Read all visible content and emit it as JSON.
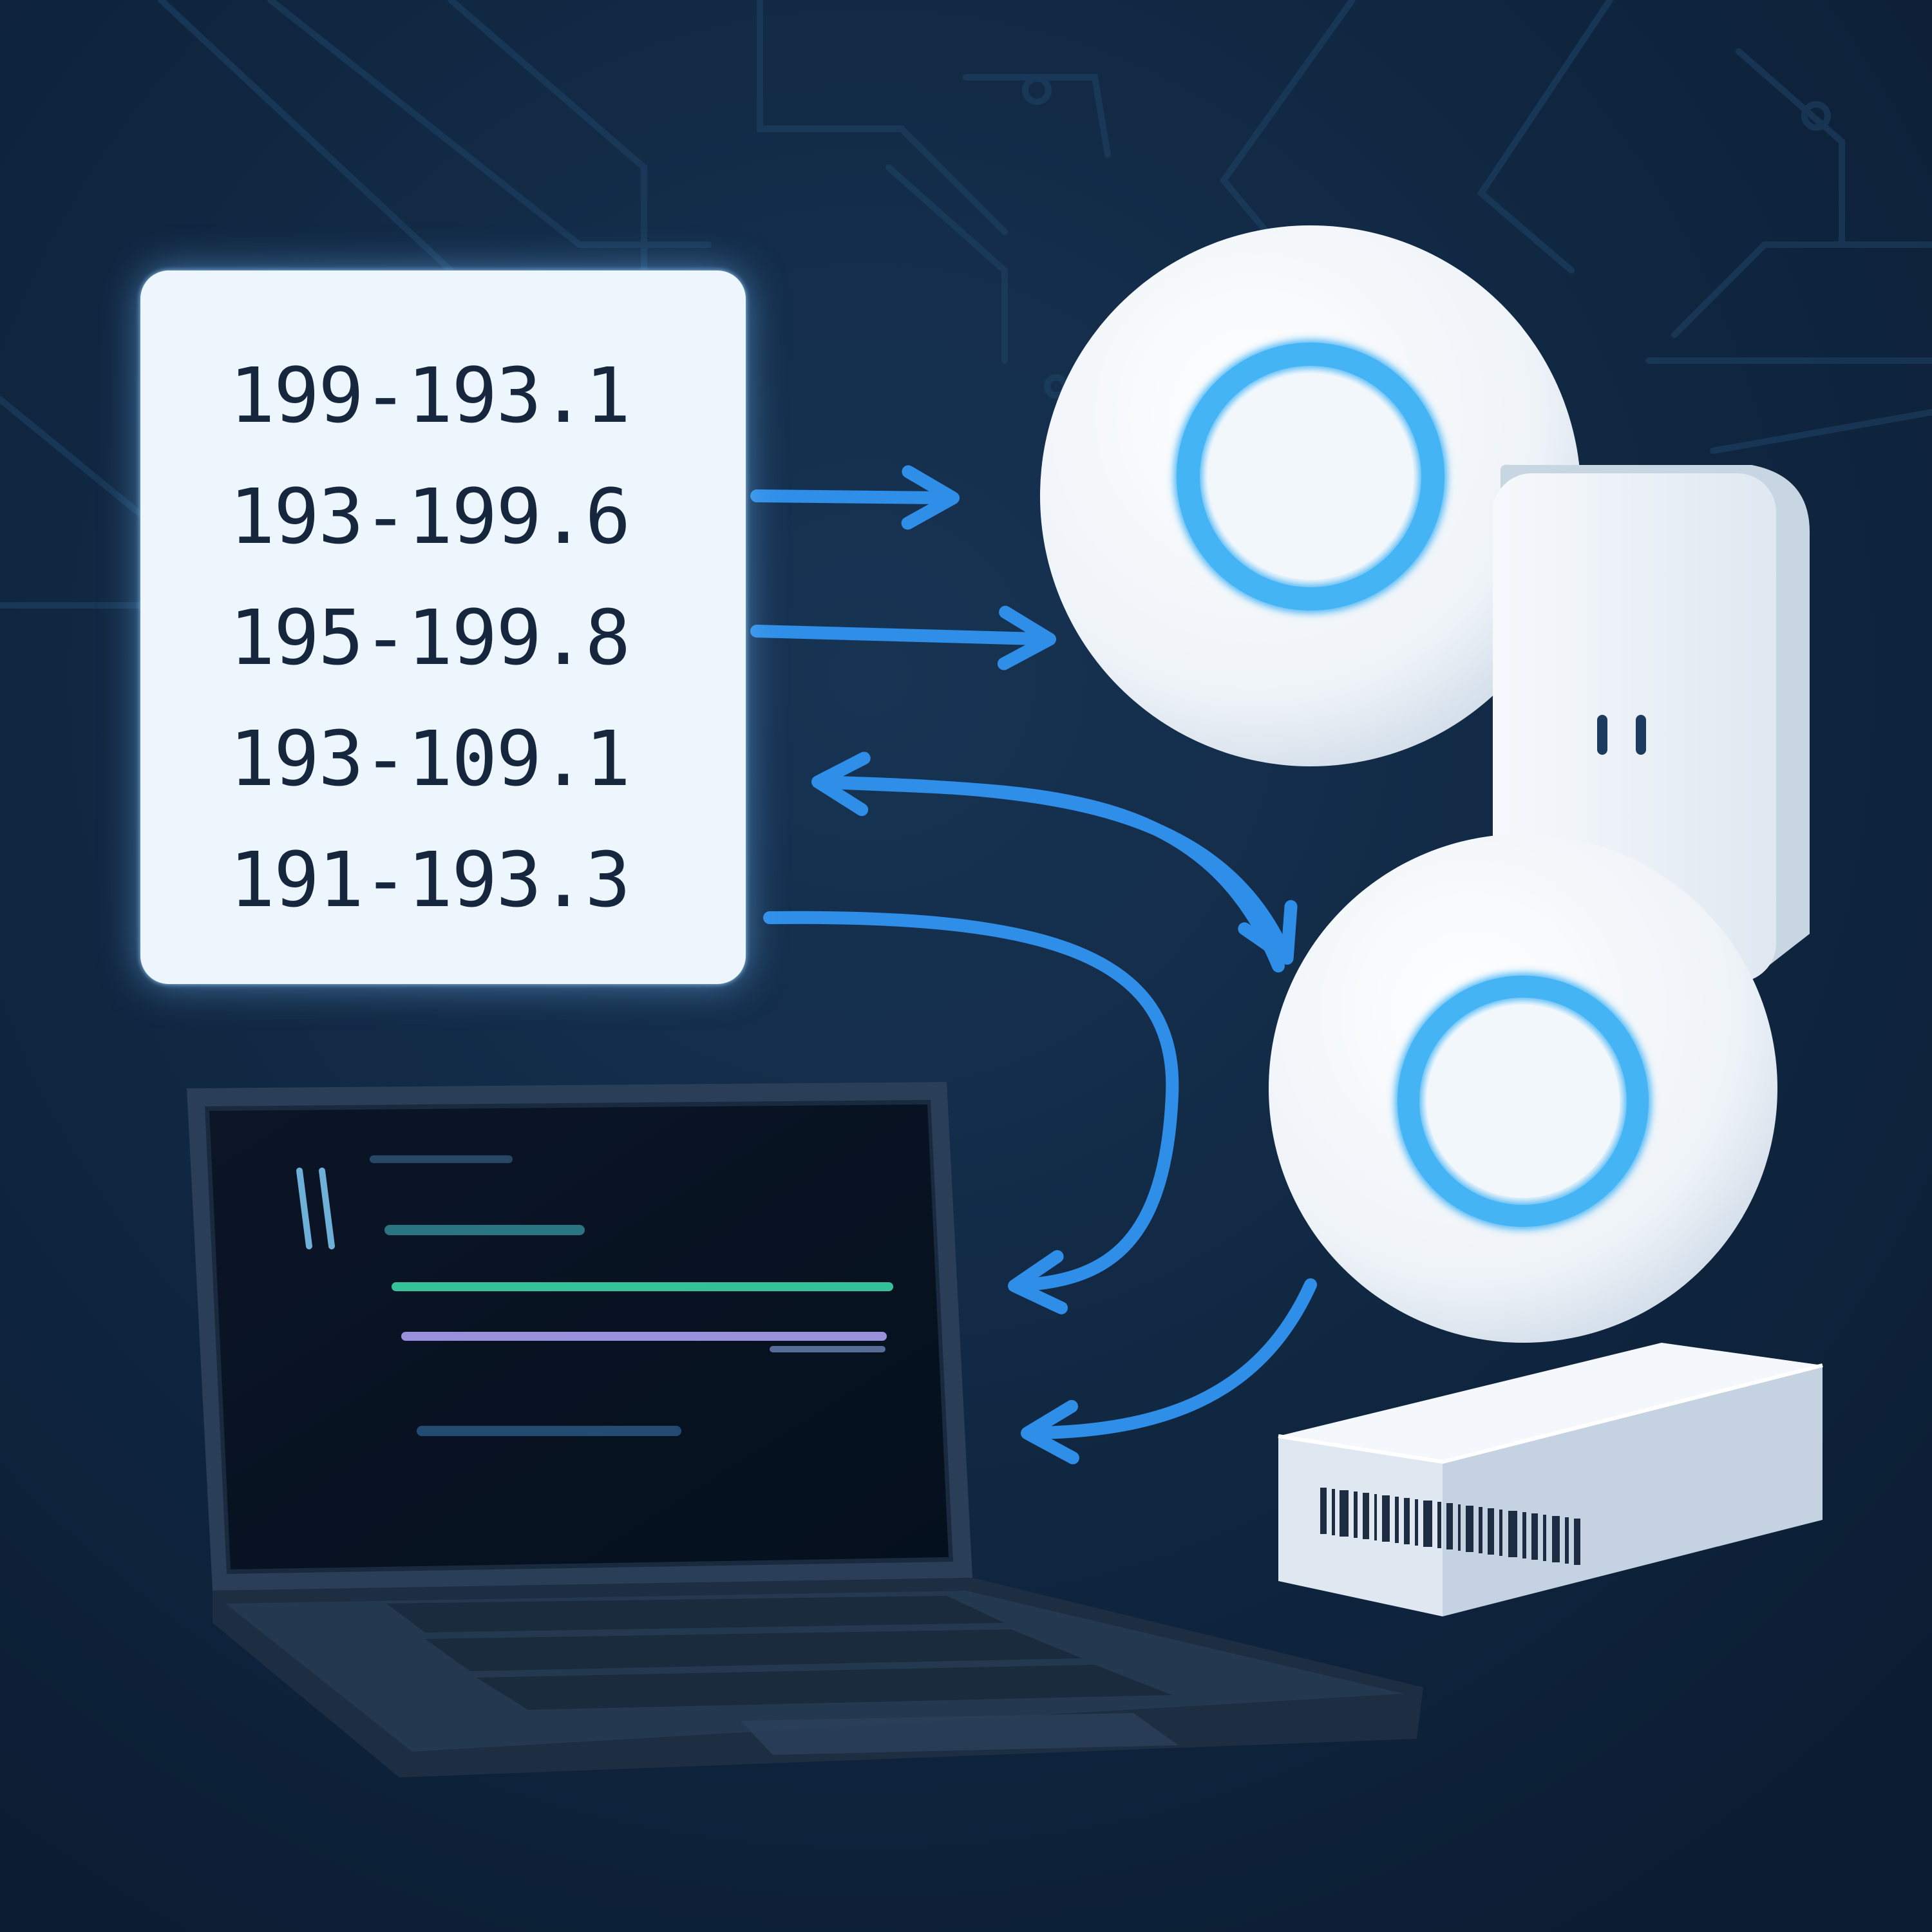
{
  "ip_list": {
    "addresses": [
      "199-193.1",
      "193-199.6",
      "195-199.8",
      "193-109.1",
      "191-193.3"
    ]
  },
  "colors": {
    "background": "#0f2540",
    "arrow": "#2f8fe8",
    "ring": "#45b4f5",
    "device": "#eef3f8",
    "panel": "#eef6fd",
    "text": "#16263d"
  },
  "icons": [
    "access-point-icon",
    "laptop-icon",
    "network-switch-icon",
    "arrow-icon"
  ]
}
